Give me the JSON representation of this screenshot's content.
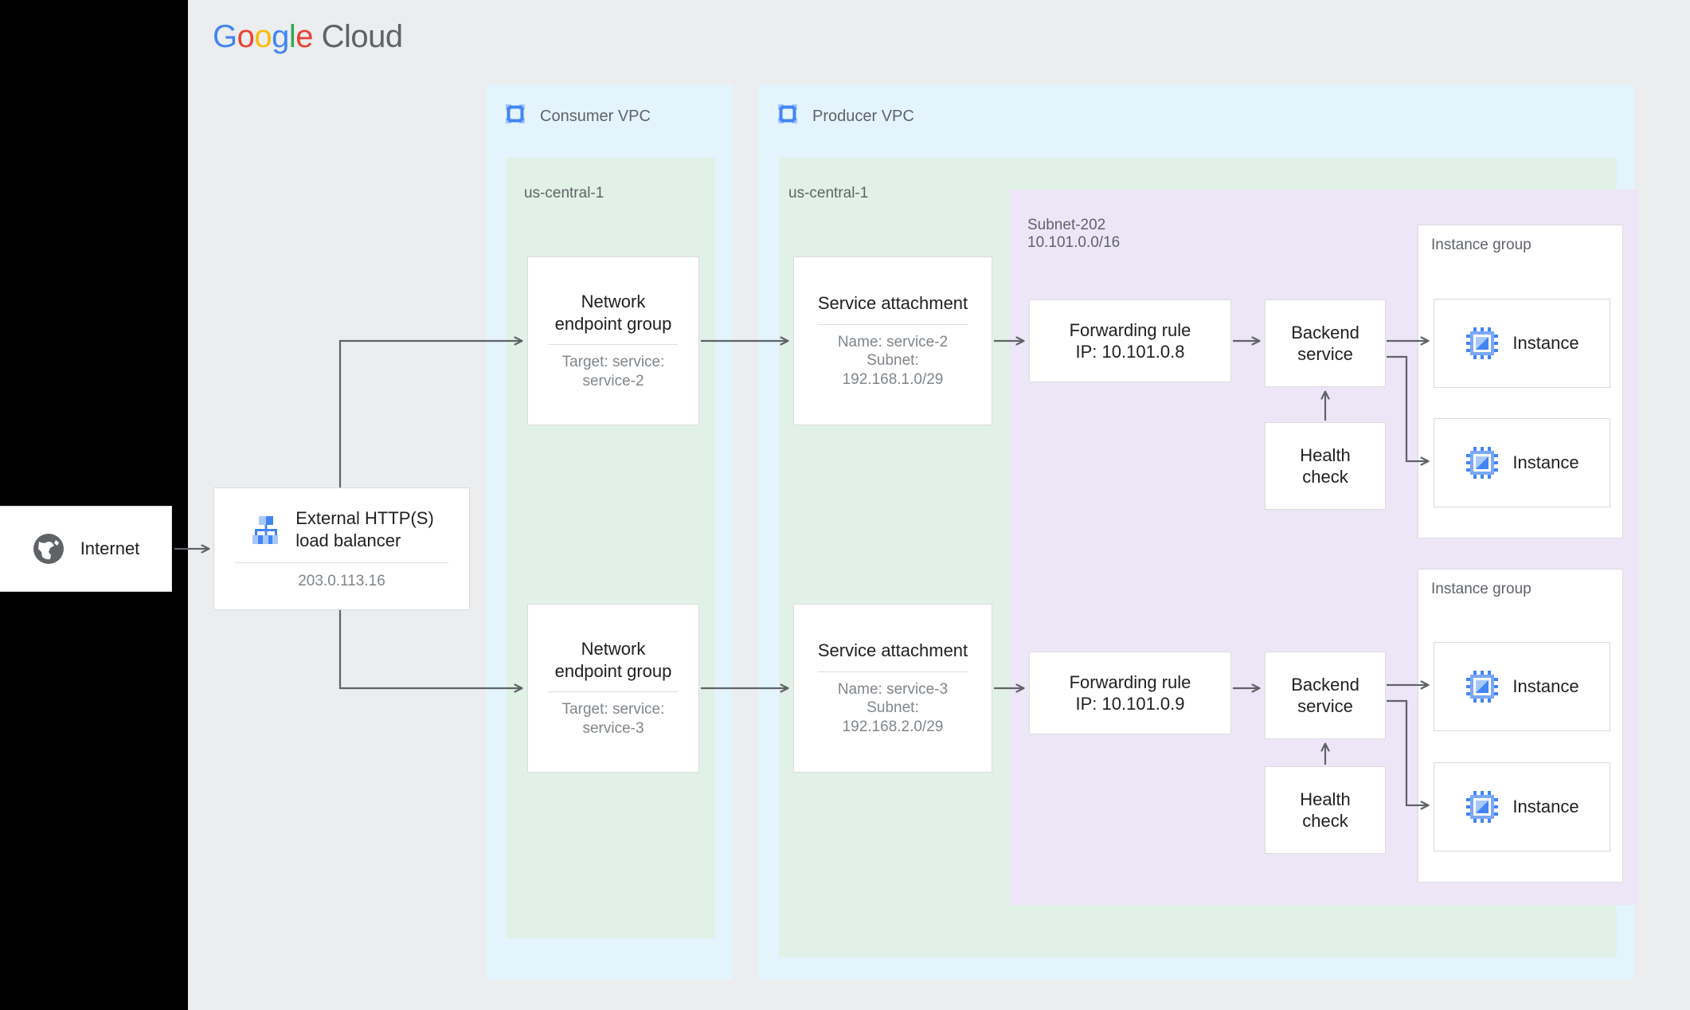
{
  "brand": {
    "name_parts": [
      "G",
      "o",
      "o",
      "g",
      "l",
      "e"
    ],
    "cloud": "Cloud",
    "colors": {
      "blue": "#4285F4",
      "red": "#EA4335",
      "yellow": "#FBBC05",
      "green": "#34A853",
      "gray": "#5F6368"
    }
  },
  "canvas": {
    "background": "#EBEDEF",
    "outside_background": "#000000"
  },
  "internet": {
    "label": "Internet",
    "icon": "globe-icon"
  },
  "load_balancer": {
    "title": "External HTTP(S) load balancer",
    "title_line1": "External HTTP(S)",
    "title_line2": "load balancer",
    "ip": "203.0.113.16",
    "icon": "load-balancer-icon"
  },
  "vpcs": [
    {
      "id": "consumer",
      "name": "Consumer VPC",
      "icon": "vpc-icon",
      "color": "#E3F4FD",
      "region": {
        "name": "us-central-1",
        "color": "#E2F1E7"
      }
    },
    {
      "id": "producer",
      "name": "Producer VPC",
      "icon": "vpc-icon",
      "color": "#E3F4FD",
      "region": {
        "name": "us-central-1",
        "color": "#E2F1E7"
      }
    }
  ],
  "subnet": {
    "name": "Subnet-202",
    "cidr": "10.101.0.0/16",
    "color": "#EDE6F6"
  },
  "flows": [
    {
      "id": "flow-top",
      "neg": {
        "title_line1": "Network",
        "title_line2": "endpoint group",
        "sub_line1": "Target: service:",
        "sub_line2": "service-2"
      },
      "service_attachment": {
        "title": "Service attachment",
        "sub_line1": "Name: service-2",
        "sub_line2": "Subnet:",
        "sub_line3": "192.168.1.0/29"
      },
      "forwarding_rule": {
        "line1": "Forwarding rule",
        "line2": "IP: 10.101.0.8"
      },
      "backend_service": {
        "line1": "Backend",
        "line2": "service"
      },
      "health_check": {
        "line1": "Health",
        "line2": "check"
      },
      "instance_group": {
        "title": "Instance group",
        "instances": [
          {
            "label": "Instance",
            "icon": "instance-icon"
          },
          {
            "label": "Instance",
            "icon": "instance-icon"
          }
        ]
      }
    },
    {
      "id": "flow-bottom",
      "neg": {
        "title_line1": "Network",
        "title_line2": "endpoint group",
        "sub_line1": "Target: service:",
        "sub_line2": "service-3"
      },
      "service_attachment": {
        "title": "Service attachment",
        "sub_line1": "Name: service-3",
        "sub_line2": "Subnet:",
        "sub_line3": "192.168.2.0/29"
      },
      "forwarding_rule": {
        "line1": "Forwarding rule",
        "line2": "IP: 10.101.0.9"
      },
      "backend_service": {
        "line1": "Backend",
        "line2": "service"
      },
      "health_check": {
        "line1": "Health",
        "line2": "check"
      },
      "instance_group": {
        "title": "Instance group",
        "instances": [
          {
            "label": "Instance",
            "icon": "instance-icon"
          },
          {
            "label": "Instance",
            "icon": "instance-icon"
          }
        ]
      }
    }
  ]
}
